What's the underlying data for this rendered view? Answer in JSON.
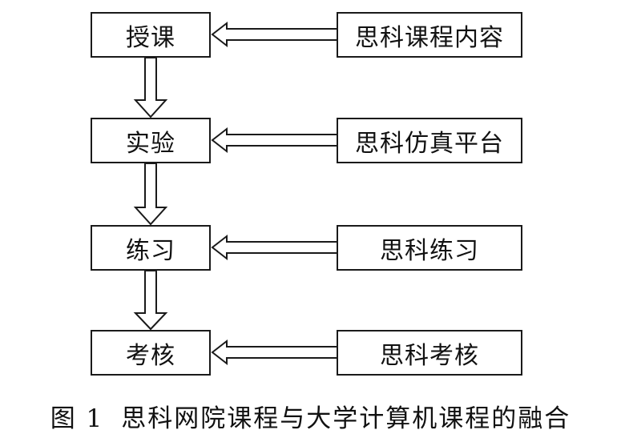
{
  "process_steps": [
    {
      "label": "授课"
    },
    {
      "label": "实验"
    },
    {
      "label": "练习"
    },
    {
      "label": "考核"
    }
  ],
  "resources": [
    {
      "label": "思科课程内容"
    },
    {
      "label": "思科仿真平台"
    },
    {
      "label": "思科练习"
    },
    {
      "label": "思科考核"
    }
  ],
  "caption": {
    "figure_number": "图 1",
    "title": "思科网院课程与大学计算机课程的融合"
  }
}
